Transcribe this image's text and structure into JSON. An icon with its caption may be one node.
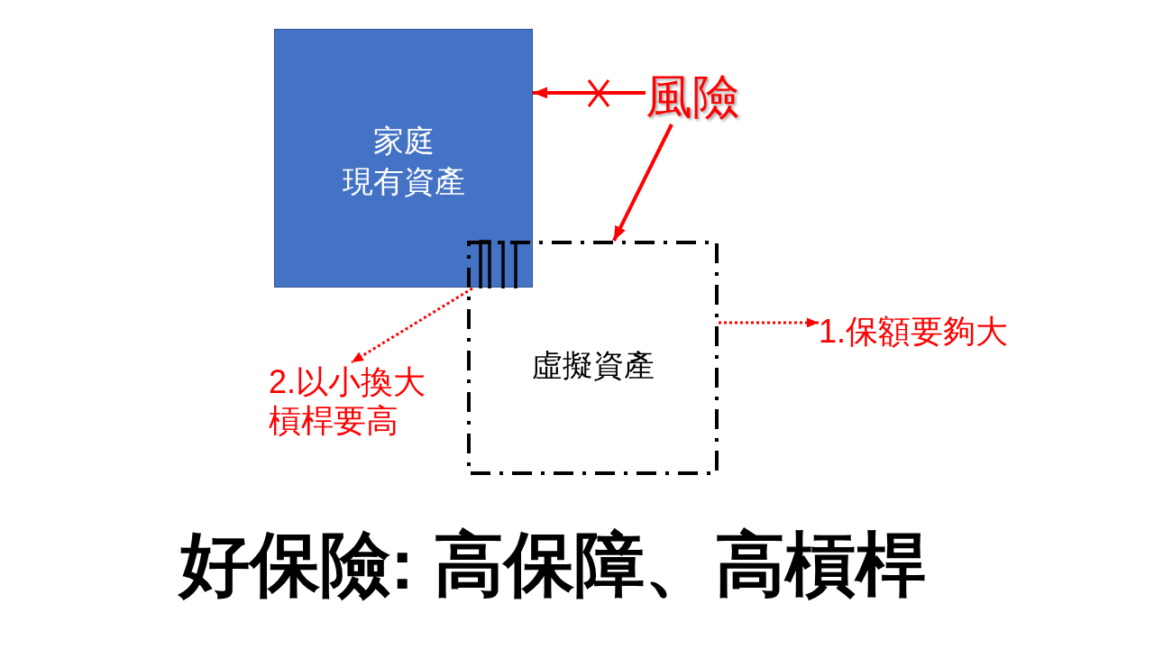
{
  "diagram": {
    "title": "好保險: 高保障、高槓桿",
    "nodes": [
      {
        "text": [
          "家庭",
          "現有資產"
        ]
      },
      {
        "text": [
          "虛擬資產"
        ]
      },
      {
        "text": [
          "風險"
        ]
      },
      {
        "text": [
          "1.保額要夠大"
        ]
      },
      {
        "text": [
          "2.以小換大槓桿要高"
        ]
      },
      {
        "text": [],
        "shape": "box"
      }
    ],
    "edges": [
      {
        "from": 2,
        "to": 0,
        "arrow": "to"
      },
      {
        "from": 2,
        "to": 1,
        "arrow": "to"
      },
      {
        "from": 1,
        "to": 3,
        "arrow": "to",
        "style": "dashed"
      },
      {
        "from": 5,
        "to": 4,
        "arrow": "to",
        "style": "dashed"
      }
    ]
  }
}
